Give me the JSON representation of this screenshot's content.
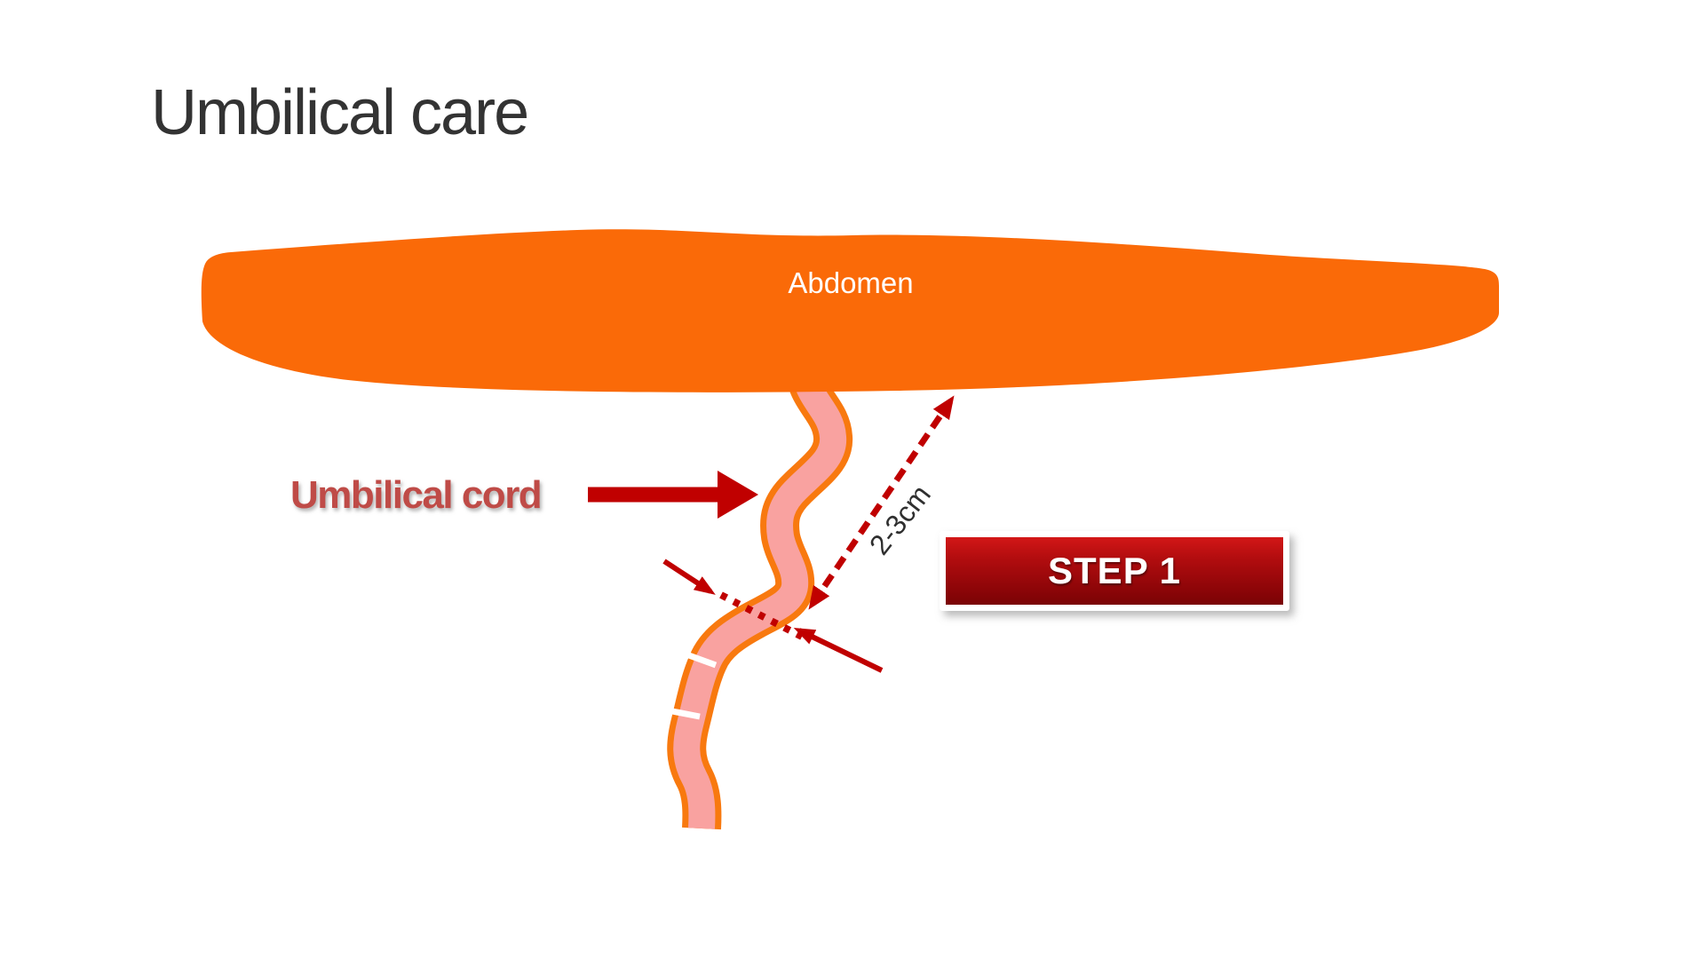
{
  "slide": {
    "title": "Umbilical care",
    "title_color": "#333333",
    "background_color": "#ffffff"
  },
  "diagram": {
    "abdomen": {
      "label": "Abdomen",
      "fill_color": "#fa6a08",
      "label_color": "#ffffff"
    },
    "umbilical_cord": {
      "label": "Umbilical cord",
      "label_color": "#bf4b47",
      "fill_color": "#f9a2a0",
      "outline_color": "#f8790f",
      "cut_marks_color": "#ffffff"
    },
    "measurement": {
      "label": "2-3cm",
      "label_color": "#2f2f2f"
    },
    "arrow_color": "#c00000",
    "icons": {
      "label_arrow": "solid-right-arrow",
      "distance_arrow": "double-headed-dashed-arrow",
      "cut_site_arrows": "converging-arrows",
      "cut_line": "dotted-cut-line"
    }
  },
  "step_badge": {
    "label": "STEP 1",
    "text_color": "#ffffff",
    "gradient_top": "#d31717",
    "gradient_bottom": "#7a0305"
  }
}
